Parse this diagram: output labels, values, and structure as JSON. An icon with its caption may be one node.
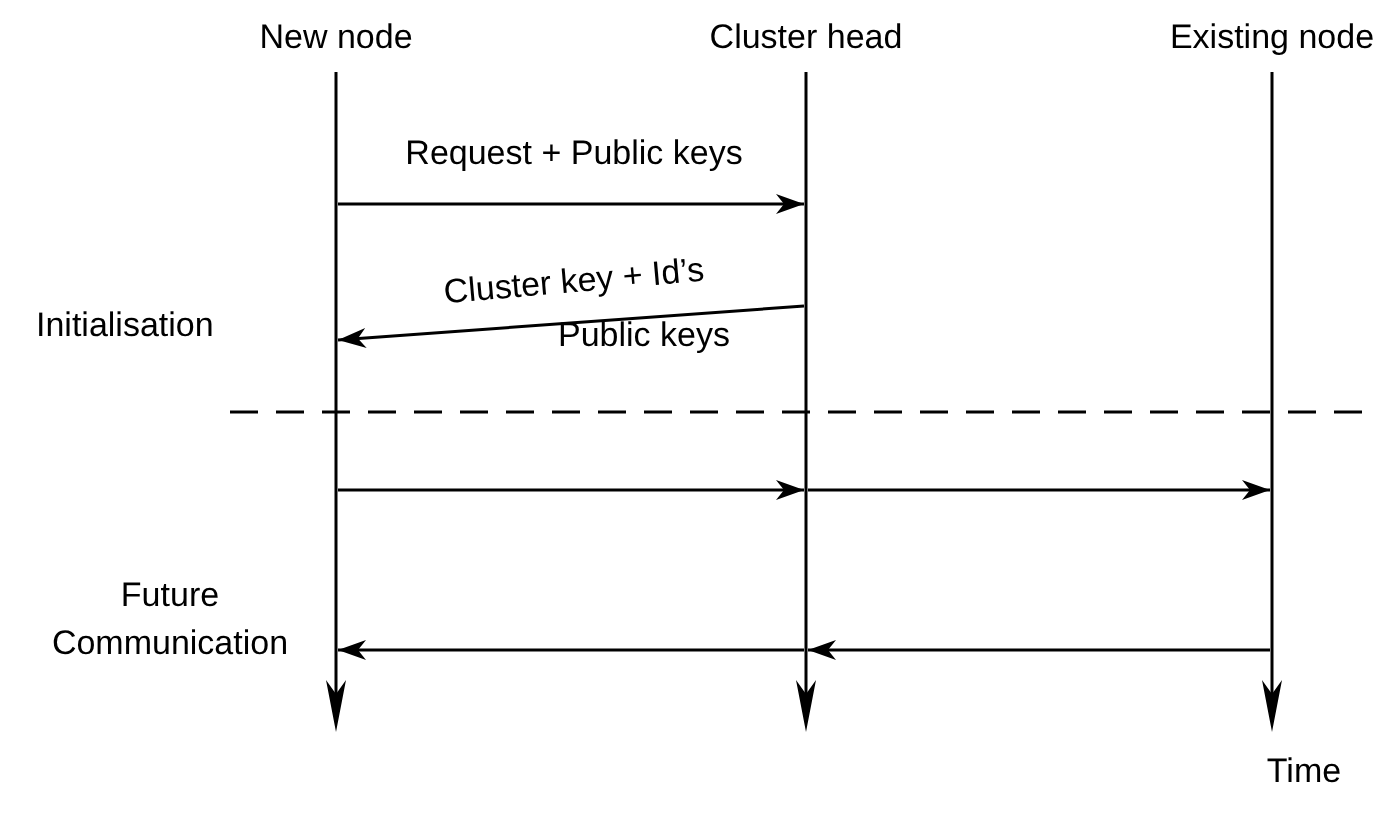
{
  "diagram": {
    "nodes": [
      {
        "text": [
          "New node"
        ]
      },
      {
        "text": [
          "Cluster head"
        ]
      },
      {
        "text": [
          "Existing node"
        ]
      }
    ],
    "edges": [
      {
        "from": 0,
        "to": 1,
        "arrow": "to",
        "label": "Request + Public keys"
      },
      {
        "from": 1,
        "to": 0,
        "arrow": "to",
        "label": "Cluster key + Id’s"
      },
      {
        "from": 0,
        "to": 1,
        "arrow": "to"
      },
      {
        "from": 1,
        "to": 2,
        "arrow": "to"
      },
      {
        "from": 2,
        "to": 1,
        "arrow": "to"
      },
      {
        "from": 1,
        "to": 0,
        "arrow": "to"
      }
    ],
    "labels": [
      "Public keys",
      "Initialisation",
      "Future Communication",
      "Time"
    ]
  }
}
